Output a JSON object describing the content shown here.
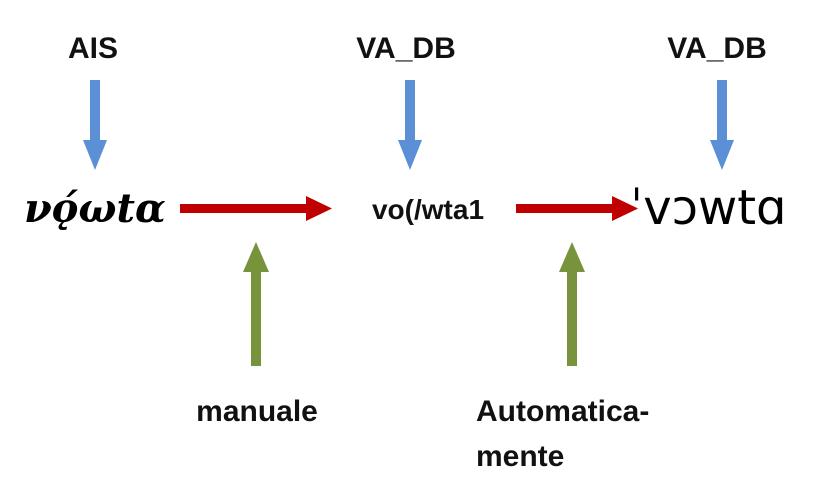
{
  "sources": {
    "ais": "AIS",
    "va_db_1": "VA_DB",
    "va_db_2": "VA_DB"
  },
  "forms": {
    "ais_transcription": "νǫ́ωtα",
    "betacode": "vo(/wta1",
    "ipa": "ˈvɔwtɑ"
  },
  "methods": {
    "manual": "manuale",
    "automatic_line1": "Automatica-",
    "automatic_line2": "mente"
  },
  "colors": {
    "source_arrow": "#5b8fd6",
    "flow_arrow": "#c00000",
    "method_arrow": "#77933c"
  }
}
